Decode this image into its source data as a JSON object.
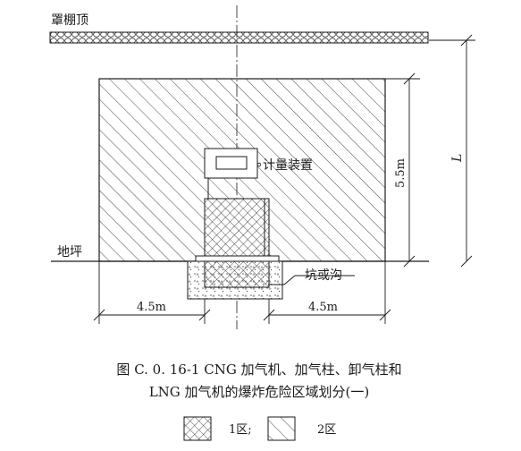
{
  "labels": {
    "canopy_top": "罩棚顶",
    "ground": "地坪",
    "metering_device": "计量装置",
    "pit_or_trench": "坑或沟",
    "height_dim": "5.5m",
    "total_height_dim": "L",
    "left_dim": "4.5m",
    "right_dim": "4.5m"
  },
  "caption": {
    "line1": "图 C. 0. 16-1    CNG 加气机、加气柱、卸气柱和",
    "line2": "LNG 加气机的爆炸危险区域划分(一)"
  },
  "legend": {
    "zone1_label": "1区;",
    "zone2_label": "2区"
  },
  "colors": {
    "line": "#1a1a1a",
    "hatch": "#333333",
    "background": "#ffffff"
  }
}
